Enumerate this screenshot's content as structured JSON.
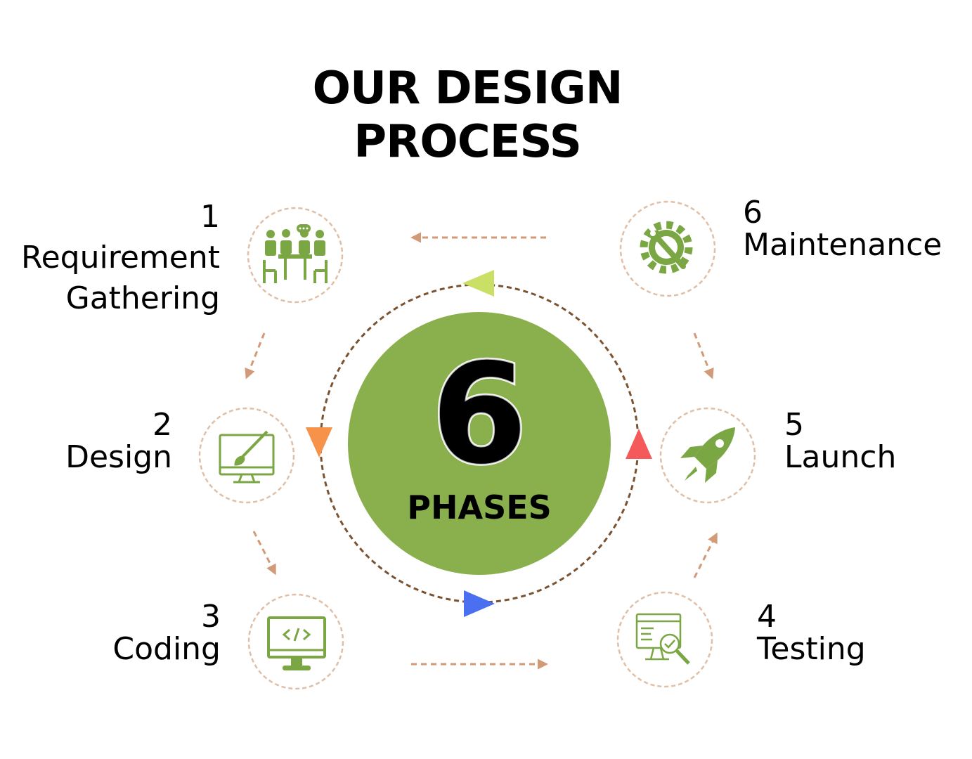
{
  "title": {
    "line1": "OUR DESIGN",
    "line2": "PROCESS"
  },
  "center": {
    "number": "6",
    "label": "PHASES"
  },
  "phases": [
    {
      "number": "1",
      "name": "Requirement Gathering",
      "icon": "team-meeting-icon"
    },
    {
      "number": "2",
      "name": "Design",
      "icon": "monitor-paintbrush-icon"
    },
    {
      "number": "3",
      "name": "Coding",
      "icon": "code-monitor-icon"
    },
    {
      "number": "4",
      "name": "Testing",
      "icon": "monitor-magnifier-check-icon"
    },
    {
      "number": "5",
      "name": "Launch",
      "icon": "rocket-icon"
    },
    {
      "number": "6",
      "name": "Maintenance",
      "icon": "gear-wrench-icon"
    }
  ],
  "colors": {
    "accent_green": "#8ab04e",
    "icon_green": "#7ba644",
    "ring_dash": "#7a5230",
    "connector_arrow": "#d29a76",
    "icon_circle_dash": "#e0bfa6",
    "marker_lime": "#c9df66",
    "marker_orange": "#f7924a",
    "marker_red": "#f55a5a",
    "marker_blue": "#4a6ff0"
  }
}
